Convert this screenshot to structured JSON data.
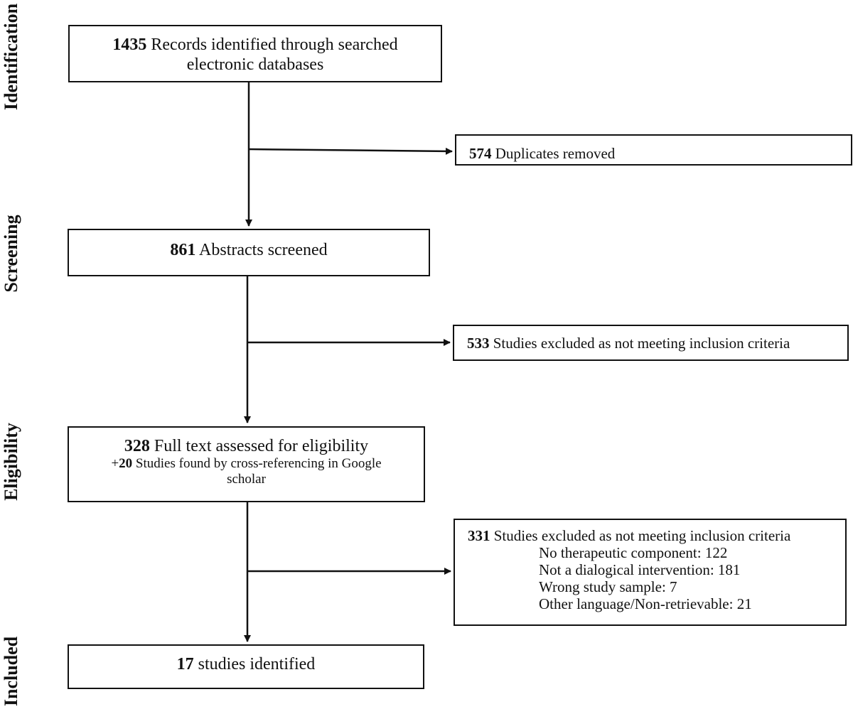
{
  "stages": {
    "identification": "Identification",
    "screening": "Screening",
    "eligibility": "Eligibility",
    "included": "Included"
  },
  "boxes": {
    "records": {
      "number": "1435",
      "line1": "Records identified through searched",
      "line2": "electronic databases"
    },
    "duplicates": {
      "number": "574",
      "text": "Duplicates removed"
    },
    "abstracts": {
      "number": "861",
      "text": "Abstracts screened"
    },
    "excluded_screening": {
      "number": "533",
      "text": "Studies excluded as not meeting inclusion criteria"
    },
    "fulltext": {
      "number": "328",
      "text": "Full text assessed for eligibility",
      "extra_prefix": "+",
      "extra_number": "20",
      "extra_line1": "Studies found by cross-referencing in Google",
      "extra_line2": "scholar"
    },
    "excluded_eligibility": {
      "number": "331",
      "text": "Studies excluded as not meeting inclusion criteria",
      "reasons": [
        "No therapeutic component: 122",
        "Not a dialogical intervention: 181",
        "Wrong study sample: 7",
        "Other language/Non-retrievable: 21"
      ]
    },
    "included": {
      "number": "17",
      "text": "studies identified"
    }
  }
}
